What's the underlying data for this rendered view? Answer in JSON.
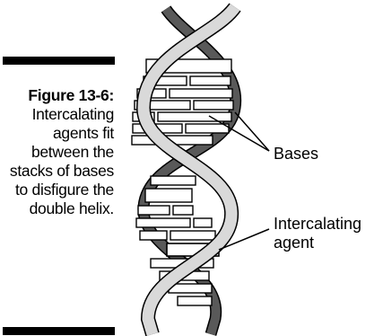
{
  "caption": {
    "figure": "Figure 13-6:",
    "text": "Intercalating agents fit between the stacks of bases to disfigure the double helix."
  },
  "labels": {
    "bases": "Bases",
    "agent": "Intercalating agent"
  },
  "colors": {
    "strand_light": "#d9d9d9",
    "strand_dark": "#595959",
    "outline": "#000000",
    "base_fill": "#ffffff"
  }
}
